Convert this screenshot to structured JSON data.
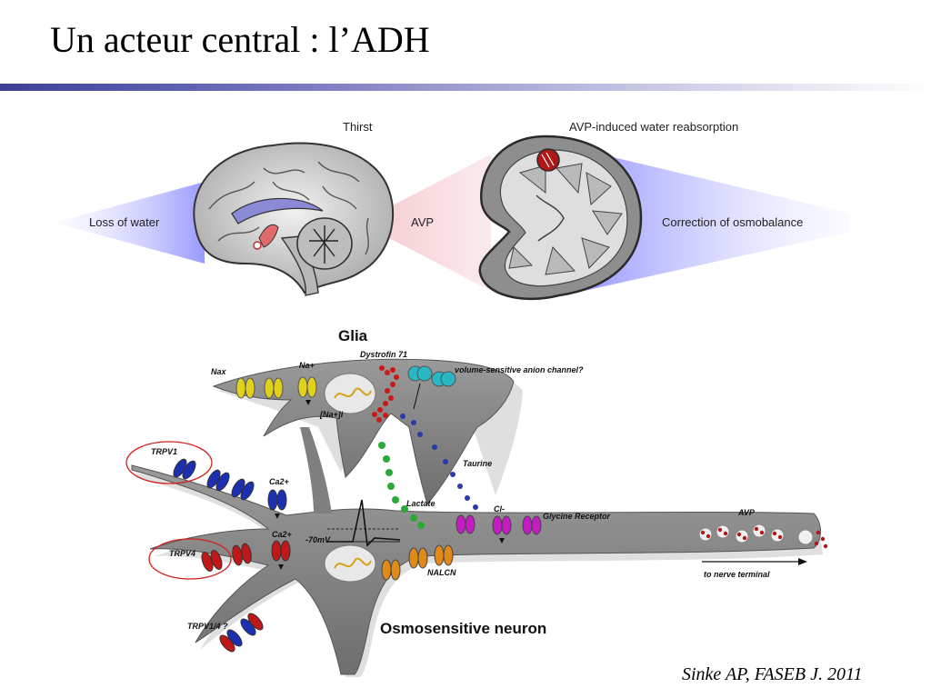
{
  "slide": {
    "title": "Un acteur central : l’ADH",
    "citation": "Sinke AP, FASEB J. 2011"
  },
  "top_panel": {
    "thirst": "Thirst",
    "avp_reabsorption": "AVP-induced water reabsorption",
    "loss_of_water": "Loss of water",
    "avp": "AVP",
    "correction": "Correction of osmobalance"
  },
  "bottom_panel": {
    "glia": "Glia",
    "dystrofin": "Dystrofin 71",
    "volume_channel": "volume-sensitive anion channel?",
    "nax": "Nax",
    "na_plus": "Na+",
    "na_i": "[Na+]i",
    "taurine": "Taurine",
    "trpv1": "TRPV1",
    "ca_1": "Ca2+",
    "lactate": "Lactate",
    "cl": "Cl-",
    "glycine": "Glycine Receptor",
    "avp": "AVP",
    "minus70": "-70mV",
    "ca_2": "Ca2+",
    "trpv4": "TRPV4",
    "nalcn": "NALCN",
    "to_nerve": "to nerve terminal",
    "trpv14": "TRPV1/4 ?",
    "neuron": "Osmosensitive neuron"
  },
  "colors": {
    "title_rule": "#3e3e99",
    "trpv_blue": "#1c2fb0",
    "trpv_red": "#c01818",
    "nax_yellow": "#e0d21a",
    "vsac_cyan": "#2ab7c4",
    "glycine_magenta": "#c21cc2",
    "nalcn_orange": "#e08a1a",
    "highlight_circle": "#d42020"
  }
}
